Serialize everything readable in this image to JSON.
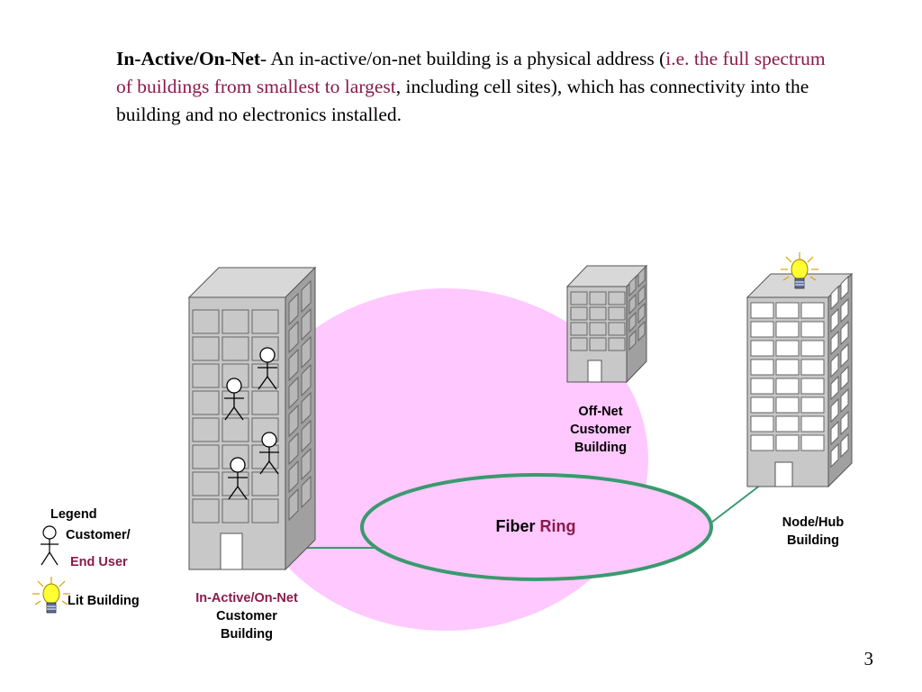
{
  "definition": {
    "term": "In-Active/On-Net",
    "text1": "- An in-active/on-net building is a physical address (",
    "highlight": "i.e. the full spectrum of buildings from smallest to largest",
    "text2": ", including cell sites), which has connectivity into the building and no electronics installed."
  },
  "diagram": {
    "ring_label_part1": "Fiber",
    "ring_label_part2": "Ring",
    "offnet_label": [
      "Off-Net",
      "Customer",
      "Building"
    ],
    "nodehub_label": [
      "Node/Hub",
      "Building"
    ],
    "inactive_label": [
      "In-Active/On-Net",
      "Customer",
      "Building"
    ],
    "colors": {
      "ring": "#3a9a6e",
      "coverage": "#ffc8ff",
      "building_front": "#c8c8c8",
      "building_side": "#a0a0a0",
      "building_top": "#d8d8d8",
      "accent": "#8b1a4a",
      "bulb": "#ffff33"
    }
  },
  "legend": {
    "title": "Legend",
    "customer_line1": "Customer/",
    "customer_line2": "End User",
    "lit_building": "Lit Building"
  },
  "page_number": "3"
}
